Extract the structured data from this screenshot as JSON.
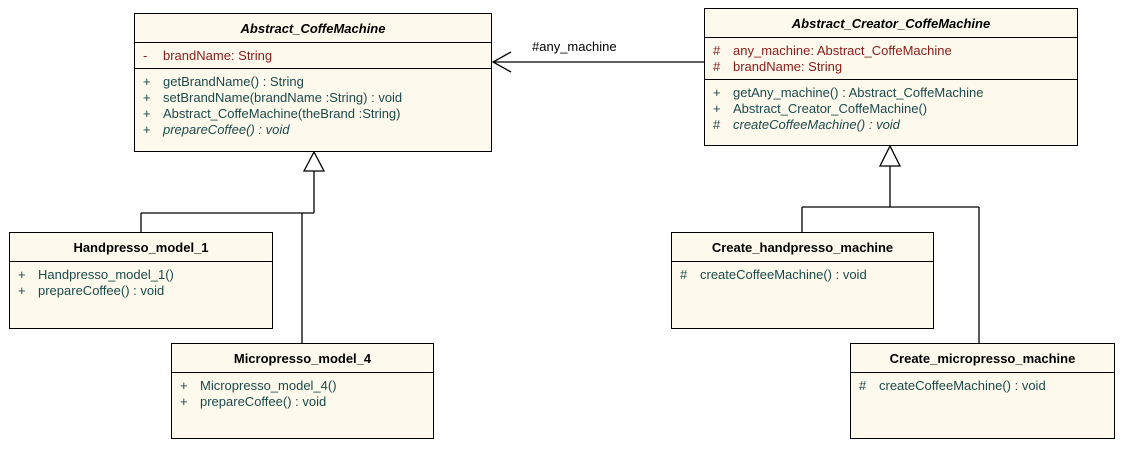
{
  "colors": {
    "attribute_text": "#8b1a1a",
    "operation_text": "#1a4a4a",
    "class_fill": "#fdf9ec",
    "line": "#000000"
  },
  "classes": {
    "abstract_coffe_machine": {
      "name": "Abstract_CoffeMachine",
      "attributes": [
        {
          "visibility": "-",
          "text": "brandName:  String"
        }
      ],
      "operations": [
        {
          "visibility": "+",
          "text": "getBrandName() : String"
        },
        {
          "visibility": "+",
          "text": "setBrandName(brandName :String) : void"
        },
        {
          "visibility": "+",
          "text": "Abstract_CoffeMachine(theBrand :String)"
        },
        {
          "visibility": "+",
          "text": "prepareCoffee() : void"
        }
      ]
    },
    "abstract_creator_coffe_machine": {
      "name": "Abstract_Creator_CoffeMachine",
      "attributes": [
        {
          "visibility": "#",
          "text": "any_machine:  Abstract_CoffeMachine"
        },
        {
          "visibility": "#",
          "text": "brandName:  String"
        }
      ],
      "operations": [
        {
          "visibility": "+",
          "text": "getAny_machine() : Abstract_CoffeMachine"
        },
        {
          "visibility": "+",
          "text": "Abstract_Creator_CoffeMachine()"
        },
        {
          "visibility": "#",
          "text": "createCoffeeMachine() : void"
        }
      ]
    },
    "handpresso_model_1": {
      "name": "Handpresso_model_1",
      "operations": [
        {
          "visibility": "+",
          "text": "Handpresso_model_1()"
        },
        {
          "visibility": "+",
          "text": "prepareCoffee() : void"
        }
      ]
    },
    "micropresso_model_4": {
      "name": "Micropresso_model_4",
      "operations": [
        {
          "visibility": "+",
          "text": "Micropresso_model_4()"
        },
        {
          "visibility": "+",
          "text": "prepareCoffee() : void"
        }
      ]
    },
    "create_handpresso_machine": {
      "name": "Create_handpresso_machine",
      "operations": [
        {
          "visibility": "#",
          "text": "createCoffeeMachine() : void"
        }
      ]
    },
    "create_micropresso_machine": {
      "name": "Create_micropresso_machine",
      "operations": [
        {
          "visibility": "#",
          "text": "createCoffeeMachine() : void"
        }
      ]
    }
  },
  "association": {
    "label": "#any_machine"
  }
}
